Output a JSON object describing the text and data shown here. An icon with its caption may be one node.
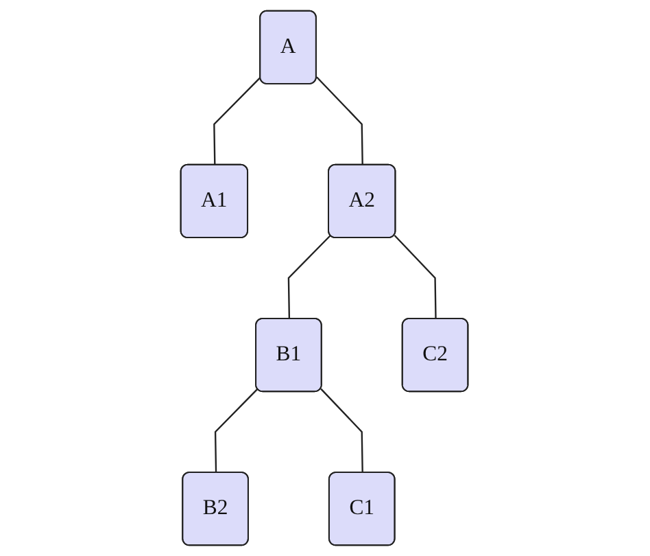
{
  "diagram": {
    "nodes": [
      {
        "text": [
          "A"
        ]
      },
      {
        "text": [
          "A1"
        ]
      },
      {
        "text": [
          "A2"
        ]
      },
      {
        "text": [
          "B1"
        ]
      },
      {
        "text": [
          "C2"
        ]
      },
      {
        "text": [
          "B2"
        ]
      },
      {
        "text": [
          "C1"
        ]
      }
    ],
    "edges": [
      {
        "from": 0,
        "to": 1,
        "arrow": "none"
      },
      {
        "from": 0,
        "to": 2,
        "arrow": "none"
      },
      {
        "from": 2,
        "to": 3,
        "arrow": "none"
      },
      {
        "from": 2,
        "to": 4,
        "arrow": "none"
      },
      {
        "from": 3,
        "to": 5,
        "arrow": "none"
      },
      {
        "from": 3,
        "to": 6,
        "arrow": "none"
      }
    ]
  }
}
